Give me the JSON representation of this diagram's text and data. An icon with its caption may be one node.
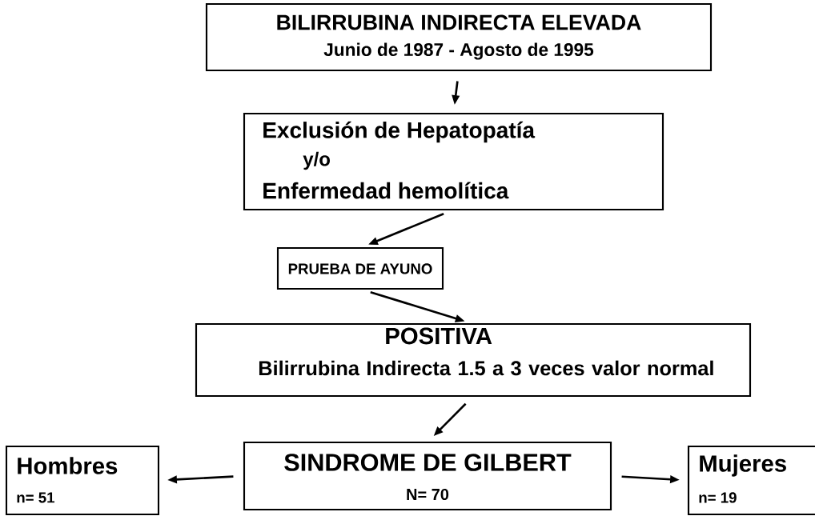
{
  "diagram": {
    "nodes": [
      {
        "text": [
          "BILIRRUBINA INDIRECTA ELEVADA",
          "Junio de 1987 - Agosto de 1995"
        ]
      },
      {
        "text": [
          "Exclusión de Hepatopatía",
          "y/o",
          "Enfermedad hemolítica"
        ]
      },
      {
        "text": [
          "PRUEBA DE AYUNO"
        ]
      },
      {
        "text": [
          "POSITIVA",
          "Bilirrubina Indirecta 1.5 a 3 veces valor normal"
        ]
      },
      {
        "text": [
          "SINDROME DE GILBERT",
          "N= 70"
        ]
      },
      {
        "text": [
          "Hombres",
          "n= 51"
        ]
      },
      {
        "text": [
          "Mujeres",
          "n= 19"
        ]
      }
    ],
    "edges": [
      {
        "from": 0,
        "to": 1,
        "arrow": "to"
      },
      {
        "from": 1,
        "to": 2,
        "arrow": "to"
      },
      {
        "from": 2,
        "to": 3,
        "arrow": "to"
      },
      {
        "from": 3,
        "to": 4,
        "arrow": "to"
      },
      {
        "from": 4,
        "to": 5,
        "arrow": "to"
      },
      {
        "from": 4,
        "to": 6,
        "arrow": "to"
      }
    ]
  }
}
